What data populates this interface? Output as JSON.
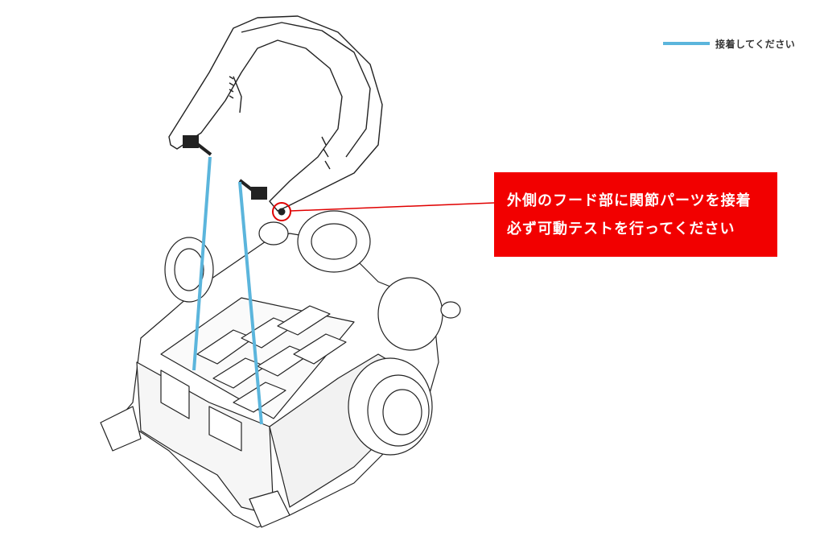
{
  "legend": {
    "label": "接着してください",
    "color": "#5bb5dc"
  },
  "callout": {
    "line1": "外側のフード部に関節パーツを接着",
    "line2": "必ず可動テストを行ってください",
    "background": "#f20000",
    "text_color": "#ffffff"
  },
  "diagram": {
    "subject": "mechanical part assembly illustration",
    "highlight_circle_color": "#e00000",
    "glue_line_color": "#5bb5dc",
    "icons": [
      "peg-connector-icon",
      "joint-highlight-icon"
    ]
  }
}
